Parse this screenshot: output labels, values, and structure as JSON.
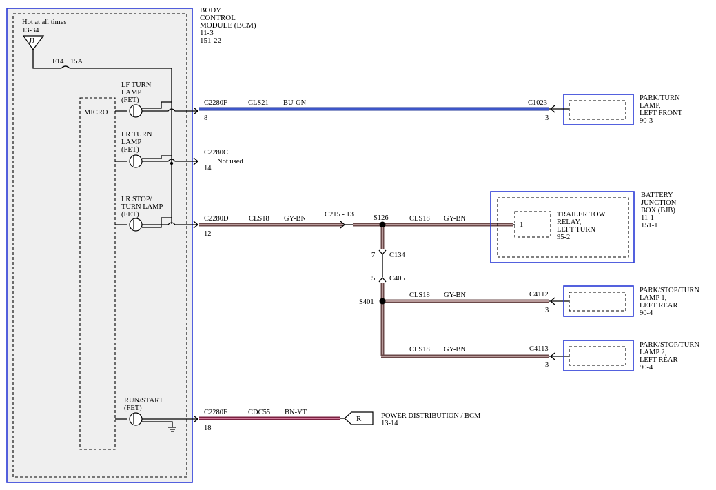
{
  "colors": {
    "wire_blue": "#2b3fa8",
    "wire_gray_brown": "#9a7070",
    "wire_brown_violet": "#b0406a",
    "module_border": "#2a3ad6",
    "module_fill": "#efefef"
  },
  "bcm": {
    "title_lines": [
      "BODY",
      "CONTROL",
      "MODULE (BCM)",
      "11-3",
      "151-22"
    ],
    "hot_label": "Hot at all times",
    "hot_ref": "13-34",
    "hot_connector": "JJ",
    "fuse_label": "F14",
    "fuse_rating": "15A",
    "micro_label": "MICRO",
    "lf_turn_lines": [
      "LF TURN",
      "LAMP",
      "(FET)"
    ],
    "lr_turn_lines": [
      "LR TURN",
      "LAMP",
      "(FET)"
    ],
    "lr_stop_lines": [
      "LR STOP/",
      "TURN LAMP",
      "(FET)"
    ],
    "run_start_lines": [
      "RUN/START",
      "(FET)"
    ]
  },
  "wires": {
    "lf": {
      "connector": "C2280F",
      "pin": "8",
      "circuit": "CLS21",
      "color": "BU-GN",
      "end_connector": "C1023",
      "end_pin": "3"
    },
    "lr_turn": {
      "connector": "C2280C",
      "pin": "14",
      "note": "Not used"
    },
    "lr_stop": {
      "connector": "C2280D",
      "pin": "12",
      "circuit": "CLS18",
      "color": "GY-BN",
      "inline": "C215 - 13",
      "splice": "S126",
      "circuit2": "CLS18",
      "color2": "GY-BN"
    },
    "vertical": {
      "c134_pin": "7",
      "c134": "C134",
      "c405_pin": "5",
      "c405": "C405",
      "splice": "S401"
    },
    "rear1": {
      "circuit": "CLS18",
      "color": "GY-BN",
      "end_connector": "C4112",
      "end_pin": "3"
    },
    "rear2": {
      "circuit": "CLS18",
      "color": "GY-BN",
      "end_connector": "C4113",
      "end_pin": "3"
    },
    "run": {
      "connector": "C2280F",
      "pin": "18",
      "circuit": "CDC55",
      "color": "BN-VT",
      "ref_letter": "R"
    }
  },
  "components": {
    "park_turn_lf_lines": [
      "PARK/TURN",
      "LAMP,",
      "LEFT FRONT",
      "90-3"
    ],
    "bjb_lines": [
      "BATTERY",
      "JUNCTION",
      "BOX (BJB)",
      "11-1",
      "151-1"
    ],
    "trailer_relay_pin": "1",
    "trailer_relay_lines": [
      "TRAILER TOW",
      "RELAY,",
      "LEFT TURN",
      "95-2"
    ],
    "rear1_lines": [
      "PARK/STOP/TURN",
      "LAMP 1,",
      "LEFT REAR",
      "90-4"
    ],
    "rear2_lines": [
      "PARK/STOP/TURN",
      "LAMP 2,",
      "LEFT REAR",
      "90-4"
    ],
    "power_dist_lines": [
      "POWER DISTRIBUTION / BCM",
      "13-14"
    ]
  }
}
